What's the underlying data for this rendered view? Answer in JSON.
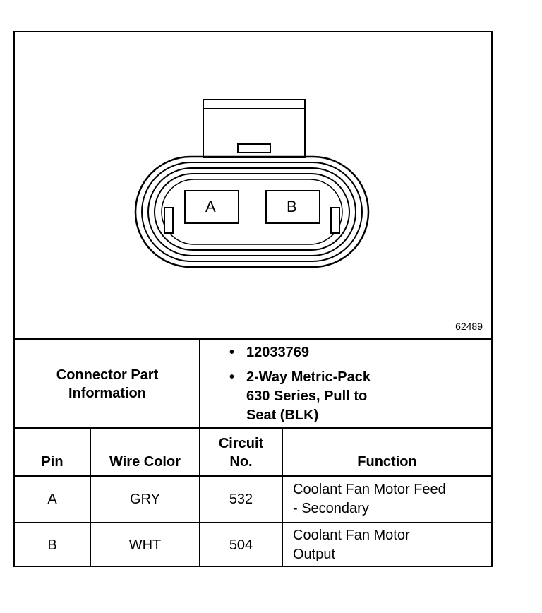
{
  "diagram": {
    "pin_a_label": "A",
    "pin_b_label": "B",
    "figure_number": "62489"
  },
  "connector_info": {
    "label_line1": "Connector Part",
    "label_line2": "Information",
    "items": [
      {
        "bullet": "•",
        "line1": "12033769",
        "line2": "",
        "line3": ""
      },
      {
        "bullet": "•",
        "line1": "2-Way Metric-Pack",
        "line2": "630 Series, Pull to",
        "line3": "Seat (BLK)"
      }
    ]
  },
  "table": {
    "headers": {
      "pin": "Pin",
      "wire_color": "Wire Color",
      "circuit_line1": "Circuit",
      "circuit_line2": "No.",
      "function": "Function"
    },
    "rows": [
      {
        "pin": "A",
        "wire_color": "GRY",
        "circuit": "532",
        "function_line1": "Coolant Fan Motor Feed",
        "function_line2": "- Secondary"
      },
      {
        "pin": "B",
        "wire_color": "WHT",
        "circuit": "504",
        "function_line1": "Coolant Fan Motor",
        "function_line2": "Output"
      }
    ]
  }
}
